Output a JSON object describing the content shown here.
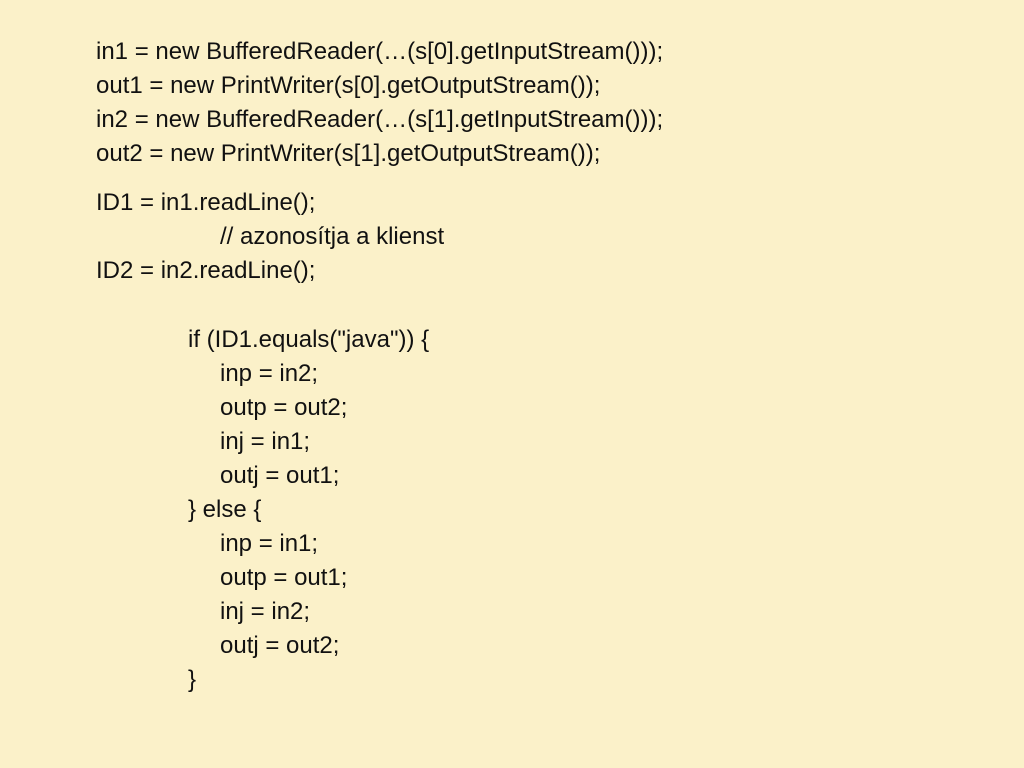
{
  "slide": {
    "block1": [
      "in1 = new BufferedReader(…(s[0].getInputStream()));",
      "out1 = new PrintWriter(s[0].getOutputStream());",
      "in2 = new BufferedReader(…(s[1].getInputStream()));",
      "out2 = new PrintWriter(s[1].getOutputStream());"
    ],
    "block2": [
      "ID1 = in1.readLine();",
      "// azonosítja a klienst",
      "ID2 = in2.readLine();"
    ],
    "block3": [
      "if (ID1.equals(\"java\")) {",
      "inp = in2;",
      "outp = out2;",
      "inj = in1;",
      "outj = out1;",
      "} else {",
      "inp = in1;",
      "outp = out1;",
      "inj = in2;",
      "outj = out2;",
      "}"
    ]
  }
}
